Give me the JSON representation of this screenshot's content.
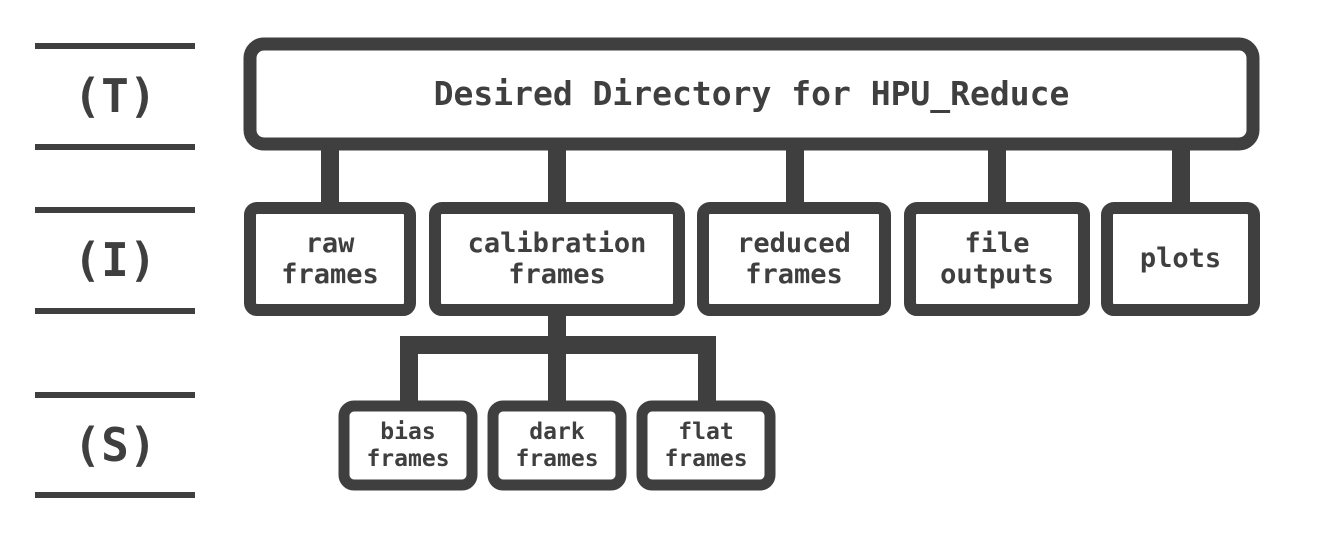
{
  "colors": {
    "stroke": "#3f3f3f",
    "text": "#3f3f3f",
    "background": "#ffffff"
  },
  "tiers": {
    "t": "(T)",
    "i": "(I)",
    "s": "(S)"
  },
  "root": {
    "label": "Desired Directory for HPU_Reduce"
  },
  "level1": [
    {
      "label": "raw\nframes"
    },
    {
      "label": "calibration\nframes"
    },
    {
      "label": "reduced\nframes"
    },
    {
      "label": "file\noutputs"
    },
    {
      "label": "plots"
    }
  ],
  "level2": [
    {
      "label": "bias\nframes"
    },
    {
      "label": "dark\nframes"
    },
    {
      "label": "flat\nframes"
    }
  ]
}
